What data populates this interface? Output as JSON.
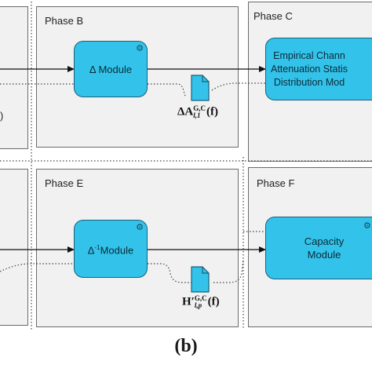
{
  "phases": {
    "b": {
      "title": "Phase B"
    },
    "c": {
      "title": "Phase C"
    },
    "e": {
      "title": "Phase E"
    },
    "f": {
      "title": "Phase F"
    }
  },
  "left_fragment_text": ")",
  "modules": {
    "delta": {
      "label": "Δ Module"
    },
    "empirical": {
      "label": "Empirical Chann\nAttenuation Statis\nDistribution Mod"
    },
    "inverse_delta": {
      "base": "Δ",
      "sup": "-1",
      "label": "Module"
    },
    "capacity": {
      "label": "Capacity\nModule"
    }
  },
  "files": {
    "delta_a": {
      "base": "ΔA",
      "sup": "G,C",
      "sub": "l,1",
      "arg": "(f)"
    },
    "h_prime": {
      "base": "H′",
      "sup": "G,C",
      "sub": "l,p",
      "arg": "(f)"
    }
  },
  "caption": "(b)",
  "colors": {
    "module": "#33c3ea",
    "panel": "#f1f1f1",
    "border": "#6a6a6a"
  }
}
